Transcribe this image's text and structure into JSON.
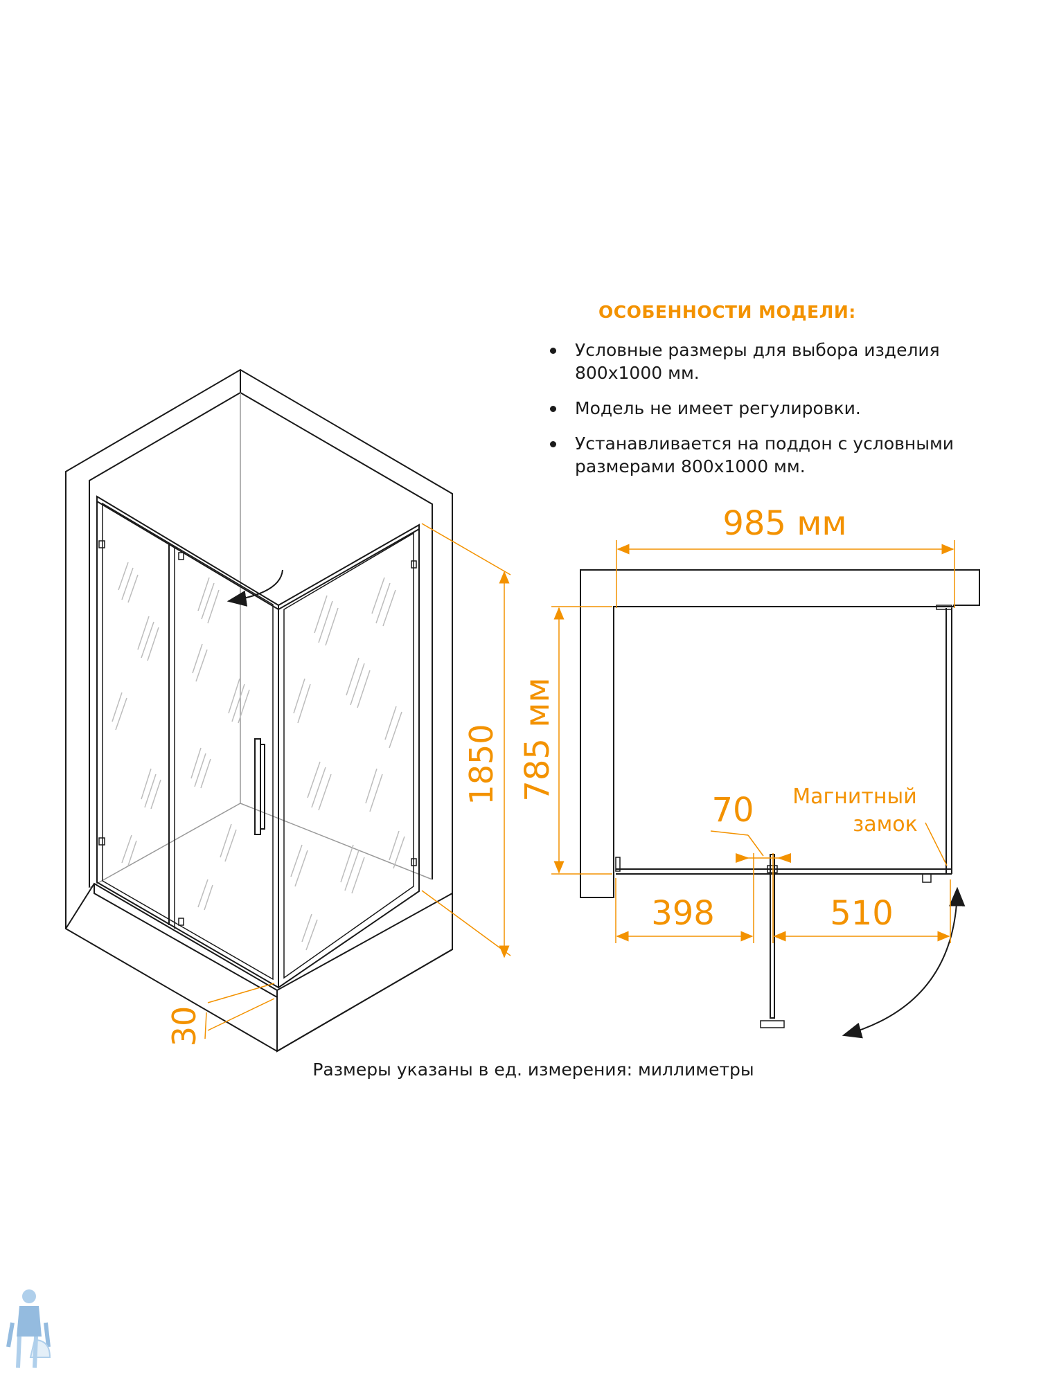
{
  "features": {
    "title": "ОСОБЕННОСТИ МОДЕЛИ:",
    "items": [
      "Условные размеры для выбора изделия 800х1000 мм.",
      "Модель не имеет регулировки.",
      "Устанавливается на поддон с условными размерами 800х1000 мм."
    ]
  },
  "dimensions": {
    "height": "1850",
    "tray_height": "30",
    "width": "985 мм",
    "depth": "785 мм",
    "gap": "70",
    "left_segment": "398",
    "right_segment": "510"
  },
  "labels": {
    "magnetic_lock_line1": "Магнитный",
    "magnetic_lock_line2": "замок"
  },
  "footer": {
    "note": "Размеры указаны в ед. измерения: миллиметры"
  },
  "colors": {
    "accent": "#f39200",
    "line": "#1a1a1a",
    "hatch": "#bdbdbd"
  },
  "icons": {
    "watermark": "plumber-logo-icon"
  }
}
